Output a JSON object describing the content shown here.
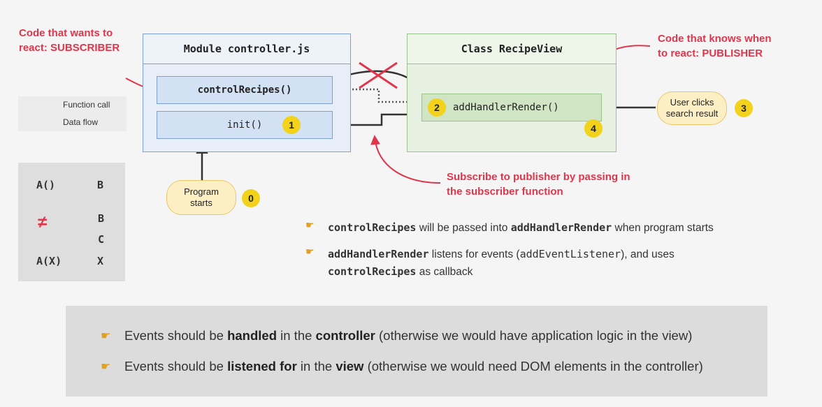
{
  "module_box": {
    "title": "Module controller.js",
    "control_fn": "controlRecipes()",
    "init_fn": "init()"
  },
  "class_box": {
    "title": "Class RecipeView",
    "handler_fn": "addHandlerRender()"
  },
  "badges": {
    "b0": "0",
    "b1": "1",
    "b2": "2",
    "b3": "3",
    "b4": "4"
  },
  "program_starts": {
    "line1": "Program",
    "line2": "starts"
  },
  "user_clicks": {
    "line1": "User clicks",
    "line2": "search result"
  },
  "subscriber_label": {
    "line1": "Code that wants to",
    "line2": "react: SUBSCRIBER"
  },
  "publisher_label": {
    "line1": "Code that knows when",
    "line2": "to react: PUBLISHER"
  },
  "subscribe_label": {
    "line1": "Subscribe to publisher by passing in",
    "line2": "the subscriber function"
  },
  "legend": {
    "call": "Function call",
    "flow": "Data flow"
  },
  "schema": {
    "top_a": "A()",
    "top_b": "B",
    "neq": "≠",
    "mid_b": "B",
    "mid_c": "C",
    "bottom_a": "A(X)",
    "bottom_x": "X"
  },
  "bullets": [
    {
      "code1": "controlRecipes",
      "t1": " will be passed into ",
      "code2": "addHandlerRender",
      "t2": " when program starts"
    },
    {
      "code1": "addHandlerRender",
      "t1": " listens for events (",
      "code2": "addEventListener",
      "t2": "), and uses",
      "code3": "controlRecipes",
      "t3": " as callback"
    }
  ],
  "bottom_bullets": [
    {
      "a": "Events should be ",
      "b": "handled",
      "c": " in the ",
      "d": "controller",
      "e": " (otherwise we would have application logic in the view)"
    },
    {
      "a": "Events should be ",
      "b": "listened for",
      "c": " in the ",
      "d": "view",
      "e": " (otherwise we would need DOM elements in the controller)"
    }
  ],
  "colors": {
    "red": "#e0364c",
    "yellow": "#f2d21b",
    "blue_box": "#d3e1f5",
    "green_box": "#cfe5c4"
  }
}
